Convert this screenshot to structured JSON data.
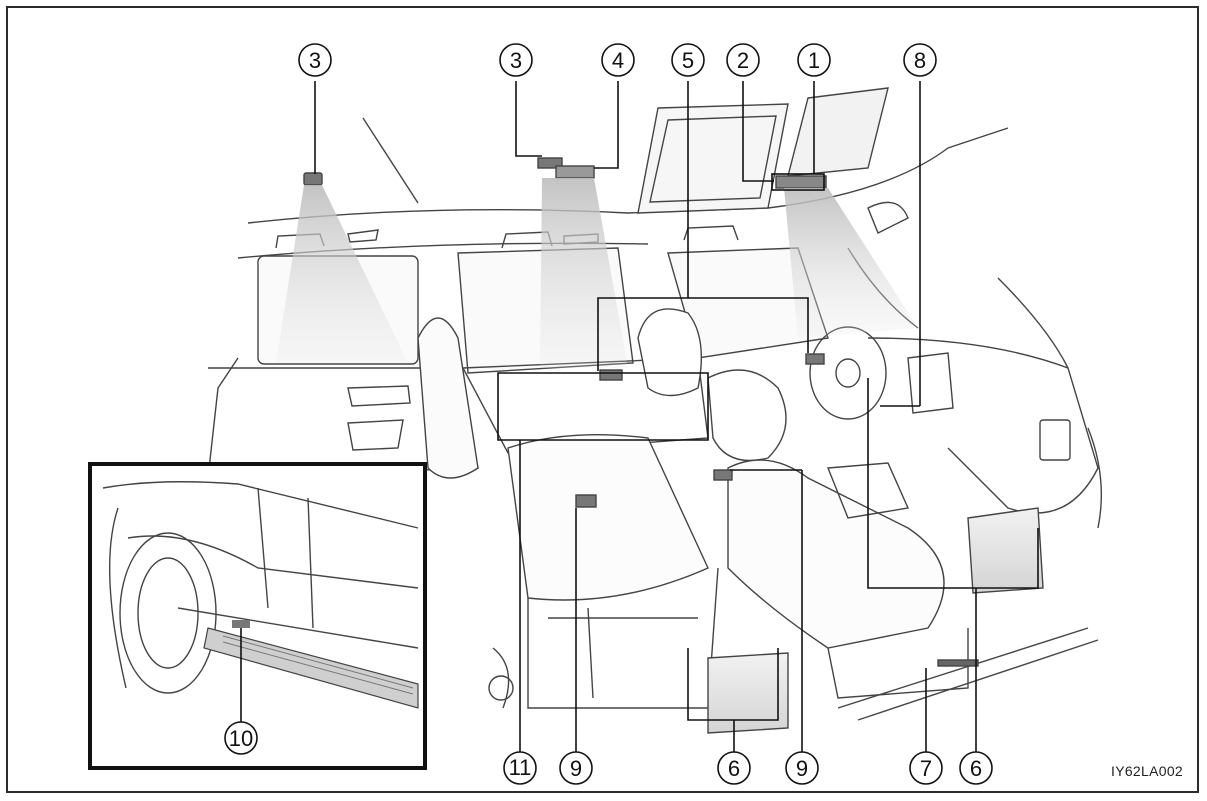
{
  "figure_code": "IY62LA002",
  "callouts": [
    {
      "id": "c1",
      "label": "1"
    },
    {
      "id": "c2",
      "label": "2"
    },
    {
      "id": "c3a",
      "label": "3"
    },
    {
      "id": "c3b",
      "label": "3"
    },
    {
      "id": "c4",
      "label": "4"
    },
    {
      "id": "c5",
      "label": "5"
    },
    {
      "id": "c6a",
      "label": "6"
    },
    {
      "id": "c6b",
      "label": "6"
    },
    {
      "id": "c7",
      "label": "7"
    },
    {
      "id": "c8",
      "label": "8"
    },
    {
      "id": "c9a",
      "label": "9"
    },
    {
      "id": "c9b",
      "label": "9"
    },
    {
      "id": "c10",
      "label": "10"
    },
    {
      "id": "c11",
      "label": "11"
    }
  ]
}
